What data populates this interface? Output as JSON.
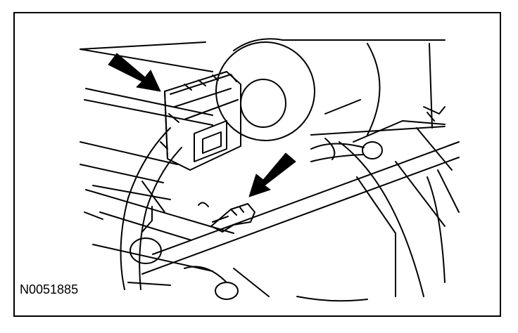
{
  "figure": {
    "id_label": "N0051885",
    "line_color": "#000000",
    "background_color": "#ffffff",
    "callouts": [
      {
        "name": "arrow-connector-upper"
      },
      {
        "name": "arrow-connector-lower"
      }
    ]
  }
}
